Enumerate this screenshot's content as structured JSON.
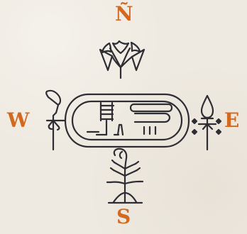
{
  "compass": {
    "north": "Ñ",
    "west": "W",
    "east": "E",
    "south": "S"
  },
  "colors": {
    "background": "#efeae1",
    "letters": "#d2691e",
    "glyphs": "#2d2d33"
  },
  "icons": {
    "north": "lotus-icon",
    "west": "sedge-icon",
    "east": "flame-icon",
    "south": "papyrus-icon",
    "center": "cartouche-icon"
  }
}
